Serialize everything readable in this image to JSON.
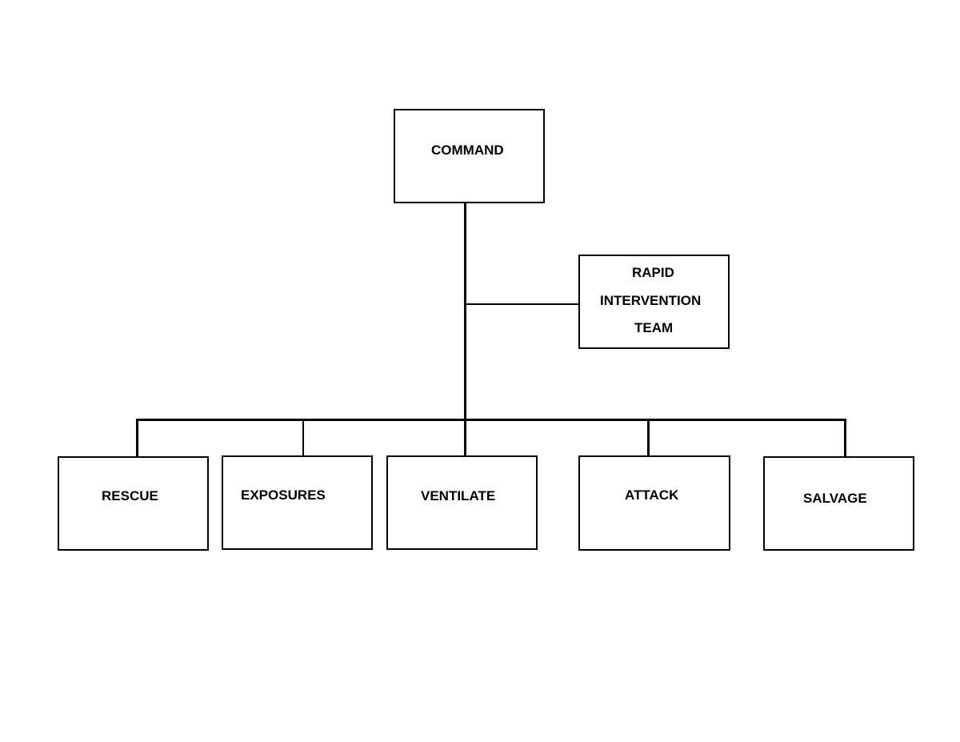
{
  "top": {
    "label": "COMMAND"
  },
  "side": {
    "lines": [
      "RAPID",
      "INTERVENTION",
      "TEAM"
    ]
  },
  "units": [
    {
      "label": "RESCUE"
    },
    {
      "label": "EXPOSURES"
    },
    {
      "label": "VENTILATE"
    },
    {
      "label": "ATTACK"
    },
    {
      "label": "SALVAGE"
    }
  ]
}
